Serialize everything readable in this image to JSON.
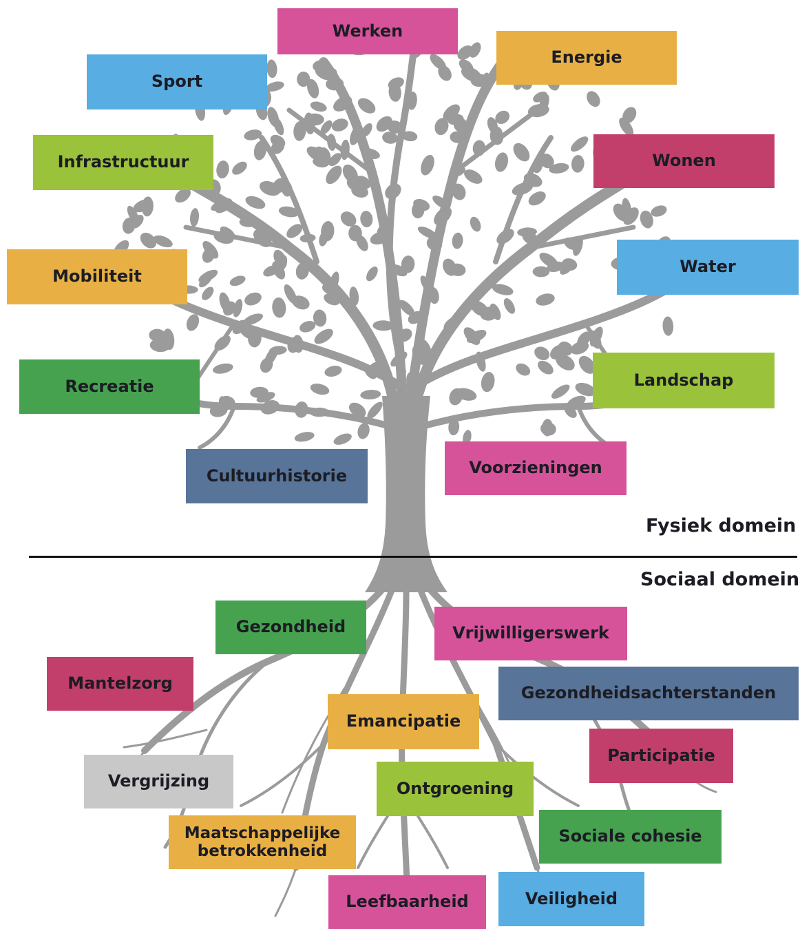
{
  "domains": {
    "physical": "Fysiek domein",
    "social": "Sociaal domein"
  },
  "colors": {
    "tree": "#9b9b9b",
    "magenta": "#d6539a",
    "orange": "#e8b044",
    "blue": "#58ade2",
    "lime": "#9ac23a",
    "crimson": "#c23f6b",
    "green": "#46a24f",
    "slate": "#587498",
    "gray": "#c8c8c8"
  },
  "canopy_labels": [
    {
      "id": "werken",
      "text": "Werken",
      "color": "magenta"
    },
    {
      "id": "energie",
      "text": "Energie",
      "color": "orange"
    },
    {
      "id": "sport",
      "text": "Sport",
      "color": "blue"
    },
    {
      "id": "infrastructuur",
      "text": "Infrastructuur",
      "color": "lime"
    },
    {
      "id": "wonen",
      "text": "Wonen",
      "color": "crimson"
    },
    {
      "id": "water",
      "text": "Water",
      "color": "blue"
    },
    {
      "id": "mobiliteit",
      "text": "Mobiliteit",
      "color": "orange"
    },
    {
      "id": "recreatie",
      "text": "Recreatie",
      "color": "green"
    },
    {
      "id": "landschap",
      "text": "Landschap",
      "color": "lime"
    },
    {
      "id": "voorzieningen",
      "text": "Voorzieningen",
      "color": "magenta"
    },
    {
      "id": "cultuurhistorie",
      "text": "Cultuurhistorie",
      "color": "slate"
    }
  ],
  "root_labels": [
    {
      "id": "gezondheid",
      "text": "Gezondheid",
      "color": "green"
    },
    {
      "id": "vrijwilligerswerk",
      "text": "Vrijwilligerswerk",
      "color": "magenta"
    },
    {
      "id": "mantelzorg",
      "text": "Mantelzorg",
      "color": "crimson"
    },
    {
      "id": "gezondheidsachterstanden",
      "text": "Gezondheidsachterstanden",
      "color": "slate"
    },
    {
      "id": "emancipatie",
      "text": "Emancipatie",
      "color": "orange"
    },
    {
      "id": "participatie",
      "text": "Participatie",
      "color": "crimson"
    },
    {
      "id": "vergrijzing",
      "text": "Vergrijzing",
      "color": "gray"
    },
    {
      "id": "ontgroening",
      "text": "Ontgroening",
      "color": "lime"
    },
    {
      "id": "maatschappelijke-betrokkenheid",
      "text": "Maatschappelijke betrokkenheid",
      "color": "orange"
    },
    {
      "id": "sociale-cohesie",
      "text": "Sociale cohesie",
      "color": "green"
    },
    {
      "id": "leefbaarheid",
      "text": "Leefbaarheid",
      "color": "magenta"
    },
    {
      "id": "veiligheid",
      "text": "Veiligheid",
      "color": "blue"
    }
  ]
}
